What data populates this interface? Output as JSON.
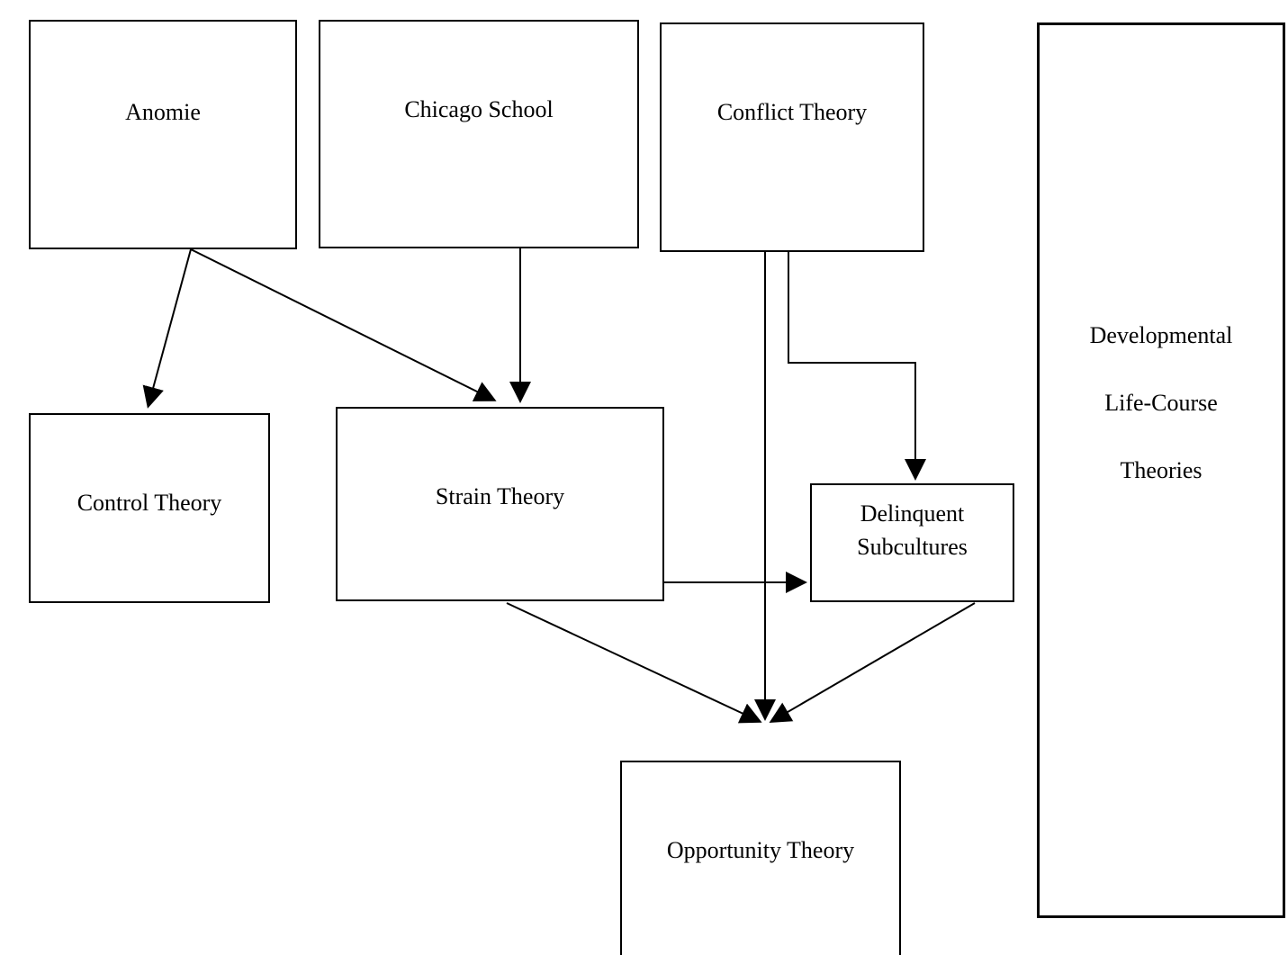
{
  "diagram": {
    "type": "flowchart",
    "topic": "Criminological theories and their influences",
    "colors": {
      "background": "#ffffff",
      "box_fill": "#ffffff",
      "box_border": "#000000",
      "text": "#000000",
      "arrow": "#000000"
    },
    "boxes": {
      "anomie": {
        "label": "Anomie"
      },
      "chicago_school": {
        "label": "Chicago School"
      },
      "conflict_theory": {
        "label": "Conflict Theory"
      },
      "control_theory": {
        "label": "Control Theory"
      },
      "strain_theory": {
        "label": "Strain Theory"
      },
      "delinquent_subcultures": {
        "lines": [
          "Delinquent",
          "Subcultures"
        ]
      },
      "opportunity_theory": {
        "label": "Opportunity Theory"
      },
      "developmental_life_course": {
        "lines": [
          "Developmental",
          "Life-Course",
          "Theories"
        ]
      }
    },
    "edges": [
      {
        "from": "Anomie",
        "to": "Control Theory"
      },
      {
        "from": "Anomie",
        "to": "Strain Theory"
      },
      {
        "from": "Chicago School",
        "to": "Strain Theory"
      },
      {
        "from": "Conflict Theory",
        "to": "Opportunity Theory"
      },
      {
        "from": "Conflict Theory",
        "to": "Delinquent Subcultures"
      },
      {
        "from": "Strain Theory",
        "to": "Delinquent Subcultures"
      },
      {
        "from": "Strain Theory",
        "to": "Opportunity Theory"
      },
      {
        "from": "Delinquent Subcultures",
        "to": "Opportunity Theory"
      }
    ]
  }
}
